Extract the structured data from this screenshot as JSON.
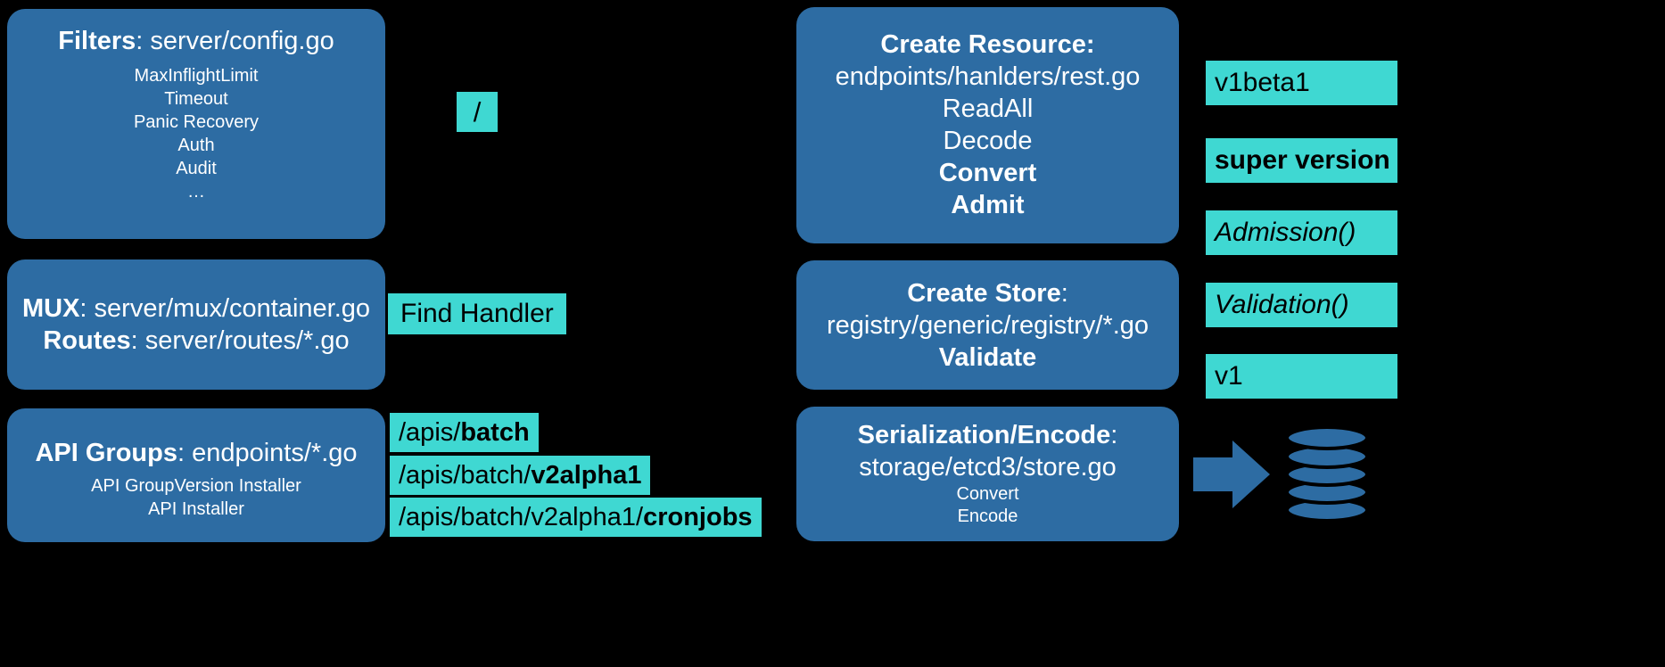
{
  "colors": {
    "background": "#000000",
    "box_blue": "#2d6ca3",
    "highlight_cyan": "#3fd8d2",
    "text_on_blue": "#ffffff",
    "text_on_cyan": "#000000"
  },
  "left_column": {
    "filters": {
      "title_bold": "Filters",
      "title_rest": ": server/config.go",
      "items": [
        "MaxInflightLimit",
        "Timeout",
        "Panic Recovery",
        "Auth",
        "Audit",
        "…"
      ]
    },
    "mux": {
      "line1_bold": "MUX",
      "line1_rest": ": server/mux/container.go",
      "line2_bold": "Routes",
      "line2_rest": ": server/routes/*.go"
    },
    "api_groups": {
      "title_bold": "API Groups",
      "title_rest": ": endpoints/*.go",
      "items": [
        "API GroupVersion Installer",
        "API Installer"
      ]
    }
  },
  "middle_column": {
    "root_path": "/",
    "find_handler": "Find Handler",
    "paths": [
      {
        "prefix": "/apis/",
        "bold": "batch"
      },
      {
        "prefix": "/apis/batch/",
        "bold": "v2alpha1"
      },
      {
        "prefix": "/apis/batch/v2alpha1/",
        "bold": "cronjobs"
      }
    ]
  },
  "right_column": {
    "create_resource": {
      "title": "Create Resource:",
      "lines": [
        "endpoints/hanlders/rest.go",
        "ReadAll",
        "Decode",
        "Convert",
        "Admit"
      ]
    },
    "create_store": {
      "title_bold": "Create Store",
      "title_rest": ":",
      "lines": [
        "registry/generic/registry/*.go",
        "Validate"
      ]
    },
    "serialization": {
      "title_bold": "Serialization/Encode",
      "title_rest": ":",
      "path_line": "storage/etcd3/store.go",
      "items": [
        "Convert",
        "Encode"
      ]
    }
  },
  "version_labels": [
    {
      "text": "v1beta1",
      "style": "normal"
    },
    {
      "text": "super version",
      "style": "bold"
    },
    {
      "text": "Admission()",
      "style": "italic"
    },
    {
      "text": "Validation()",
      "style": "italic"
    },
    {
      "text": "v1",
      "style": "normal"
    }
  ],
  "icons": {
    "arrow": "arrow-right-icon",
    "database": "database-icon"
  }
}
